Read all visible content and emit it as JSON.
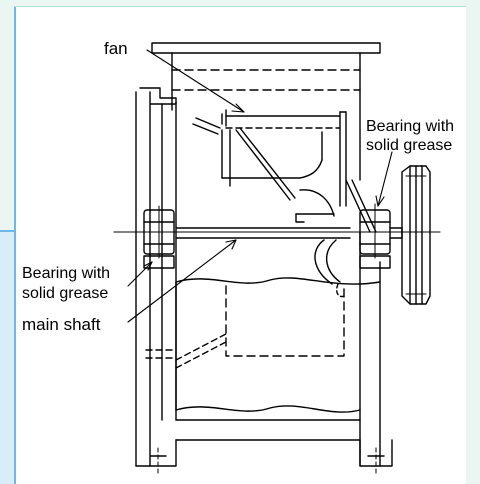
{
  "labels": {
    "fan": "fan",
    "bearing_right_line1": "Bearing with",
    "bearing_right_line2": "solid grease",
    "bearing_left_line1": "Bearing with",
    "bearing_left_line2": "solid grease",
    "main_shaft": "main shaft"
  },
  "colors": {
    "page_tint": "#e9f6f1",
    "panel_border": "#6fb7e6",
    "line": "#000000"
  }
}
